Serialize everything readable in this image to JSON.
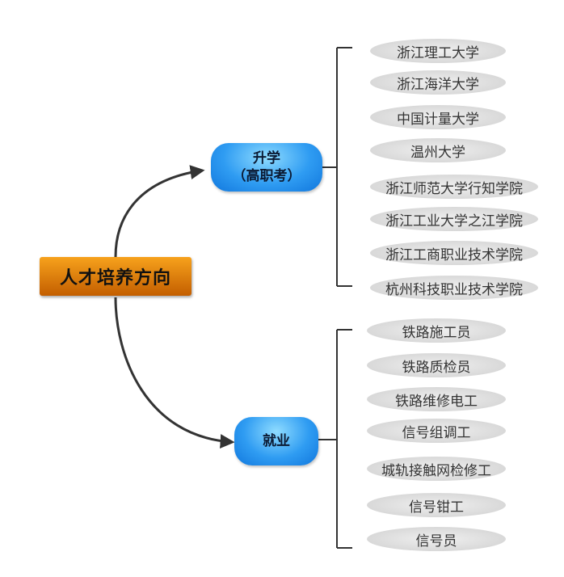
{
  "root": {
    "label": "人才培养方向"
  },
  "branches": [
    {
      "label_line1": "升学",
      "label_line2": "（高职考）",
      "leaves": [
        "浙江理工大学",
        "浙江海洋大学",
        "中国计量大学",
        "温州大学",
        "浙江师范大学行知学院",
        "浙江工业大学之江学院",
        "浙江工商职业技术学院",
        "杭州科技职业技术学院"
      ]
    },
    {
      "label_line1": "就业",
      "leaves": [
        "铁路施工员",
        "铁路质检员",
        "铁路维修电工",
        "信号组调工",
        "城轨接触网检修工",
        "信号钳工",
        "信号员"
      ]
    }
  ],
  "colors": {
    "root": "#e07f0a",
    "branch": "#2f9cf2",
    "leaf": "#dcdcdc",
    "line": "#333333"
  }
}
